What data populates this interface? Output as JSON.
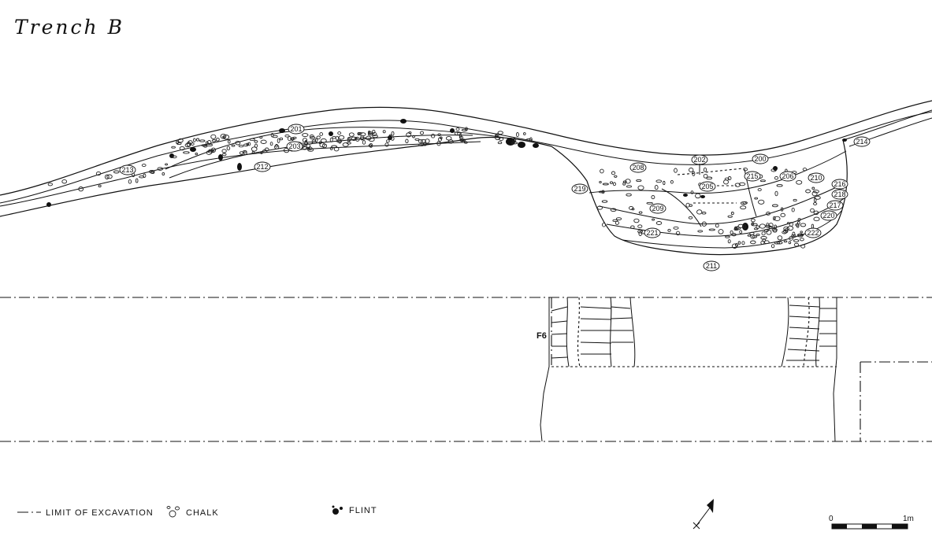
{
  "title": "Trench B",
  "contexts": [
    "201",
    "203",
    "212",
    "213",
    "200",
    "202",
    "208",
    "205",
    "206",
    "210",
    "215",
    "216",
    "218",
    "217",
    "219",
    "209",
    "220",
    "221",
    "222",
    "211",
    "214"
  ],
  "feature_label": "F6",
  "legend": {
    "limit": "LIMIT OF EXCAVATION",
    "chalk": "CHALK",
    "flint": "FLINT"
  },
  "scale": {
    "start": "0",
    "end": "1m"
  }
}
